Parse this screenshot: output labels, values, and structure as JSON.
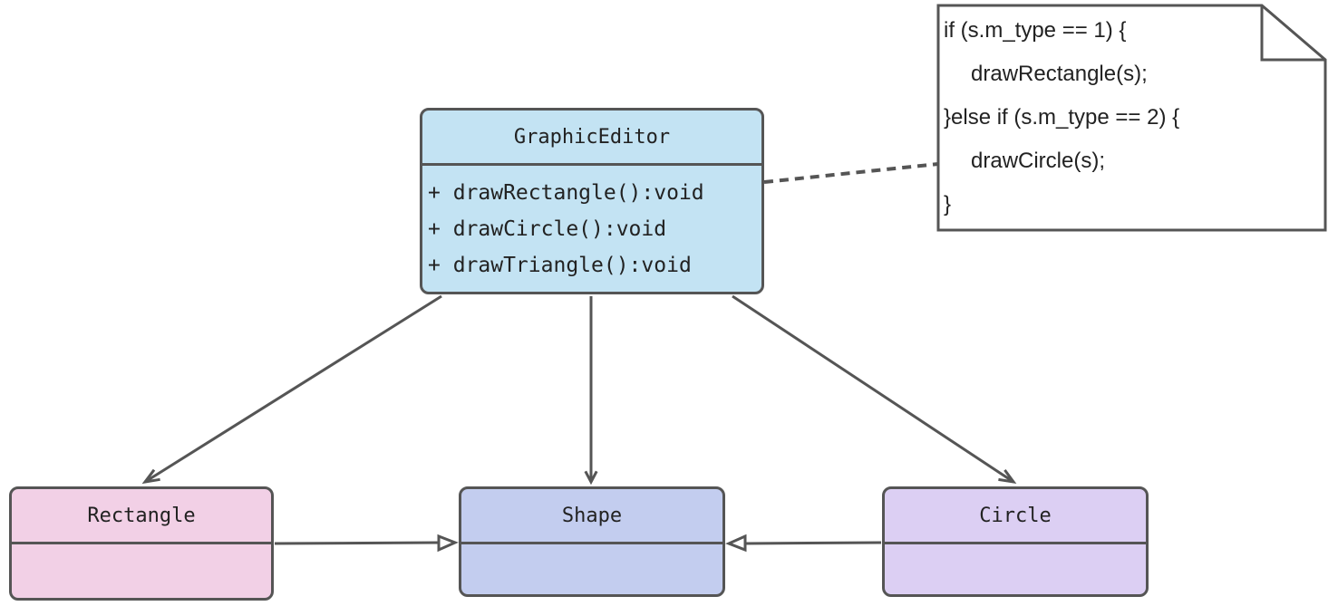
{
  "colors": {
    "stroke": "#555555",
    "graphic_editor_fill": "#c3e3f3",
    "rectangle_fill": "#f2d0e6",
    "shape_fill": "#c3cdef",
    "circle_fill": "#dccff3",
    "note_fill": "#ffffff"
  },
  "graphic_editor": {
    "name": "GraphicEditor",
    "methods": [
      "+ drawRectangle():void",
      "+ drawCircle():void",
      "+ drawTriangle():void"
    ]
  },
  "rectangle": {
    "name": "Rectangle"
  },
  "shape": {
    "name": "Shape"
  },
  "circle": {
    "name": "Circle"
  },
  "note": {
    "lines": [
      "if (s.m_type == 1) {",
      "drawRectangle(s);",
      "}else if (s.m_type == 2) {",
      "drawCircle(s);",
      "}"
    ]
  },
  "relations": [
    {
      "from": "GraphicEditor",
      "to": "Rectangle",
      "kind": "dependency"
    },
    {
      "from": "GraphicEditor",
      "to": "Shape",
      "kind": "dependency"
    },
    {
      "from": "GraphicEditor",
      "to": "Circle",
      "kind": "dependency"
    },
    {
      "from": "Rectangle",
      "to": "Shape",
      "kind": "generalization"
    },
    {
      "from": "Circle",
      "to": "Shape",
      "kind": "generalization"
    },
    {
      "from": "note",
      "to": "GraphicEditor",
      "kind": "note-anchor"
    }
  ]
}
